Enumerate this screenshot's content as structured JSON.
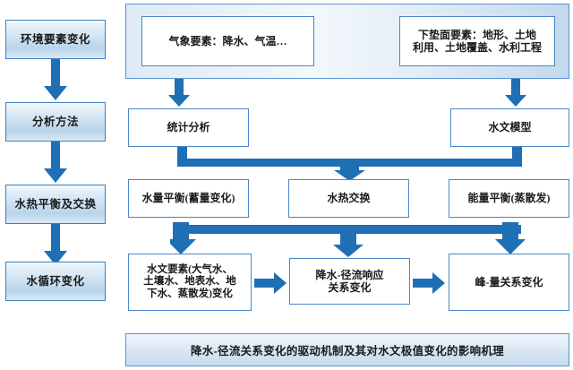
{
  "diagram": {
    "title_banner": "降水-径流关系变化的驱动机制及其对水文极值变化的影响机理",
    "left_stages": [
      {
        "label": "环境要素变化"
      },
      {
        "label": "分析方法"
      },
      {
        "label": "水热平衡及交换"
      },
      {
        "label": "水循环变化"
      }
    ],
    "inputs_panel": {
      "meteorological": "气象要素：降水、气温…",
      "underlying_surface": "下垫面要素：地形、土地\n利用、土地覆盖、水利工程"
    },
    "methods": {
      "statistical": "统计分析",
      "hydrological_model": "水文模型"
    },
    "balance_row": {
      "water_balance": "水量平衡(蓄量变化)",
      "heat_exchange": "水热交换",
      "energy_balance": "能量平衡(蒸散发)"
    },
    "outcome_row": {
      "hydro_elements": "水文要素(大气水、\n土壤水、地表水、地\n下水、蒸散发)变化",
      "rainfall_runoff": "降水-径流响应\n关系变化",
      "peak_volume": "峰-量关系变化"
    },
    "colors": {
      "arrow_blue": "#1f6fb5",
      "box_border": "#4a86c8",
      "stage_border": "#3f7fbf",
      "text": "#1a1a1a"
    }
  }
}
